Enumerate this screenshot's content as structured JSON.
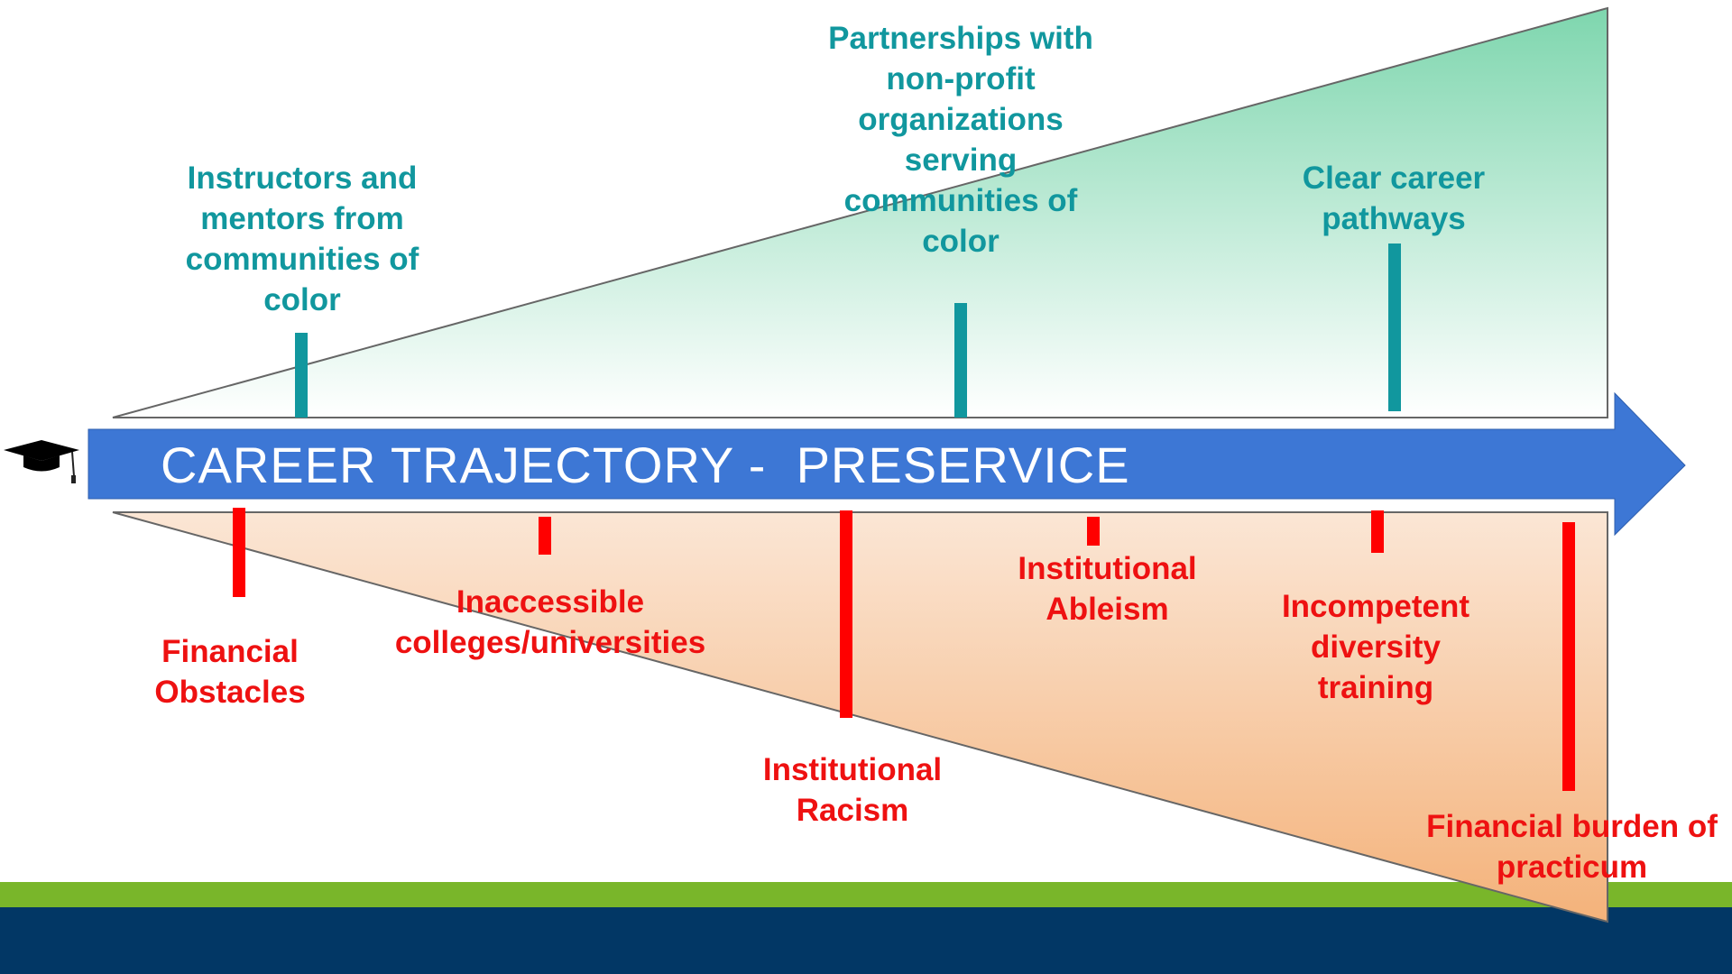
{
  "arrow": {
    "label": "CAREER TRAJECTORY -  PRESERVICE",
    "color": "#3d77d5"
  },
  "colors": {
    "support_text": "#11979e",
    "support_marker": "#11979e",
    "barrier_text": "#ee1111",
    "barrier_marker": "#ff0000",
    "upper_wedge_top": "#7ed6ae",
    "upper_wedge_bottom": "#ffffff",
    "lower_wedge_top": "#fbe6d5",
    "lower_wedge_bottom": "#f4b27a",
    "footer_green": "#79b62a",
    "footer_navy": "#023765"
  },
  "icon": "graduation-cap-icon",
  "supports": [
    {
      "text": "Instructors and mentors from communities of color"
    },
    {
      "text": "Partnerships with non-profit organizations serving communities of color"
    },
    {
      "text": "Clear career pathways"
    }
  ],
  "barriers": [
    {
      "text": "Financial Obstacles"
    },
    {
      "text": "Inaccessible colleges/universities"
    },
    {
      "text": "Institutional Racism"
    },
    {
      "text": "Institutional Ableism"
    },
    {
      "text": "Incompetent diversity training"
    },
    {
      "text": "Financial burden of practicum"
    }
  ]
}
